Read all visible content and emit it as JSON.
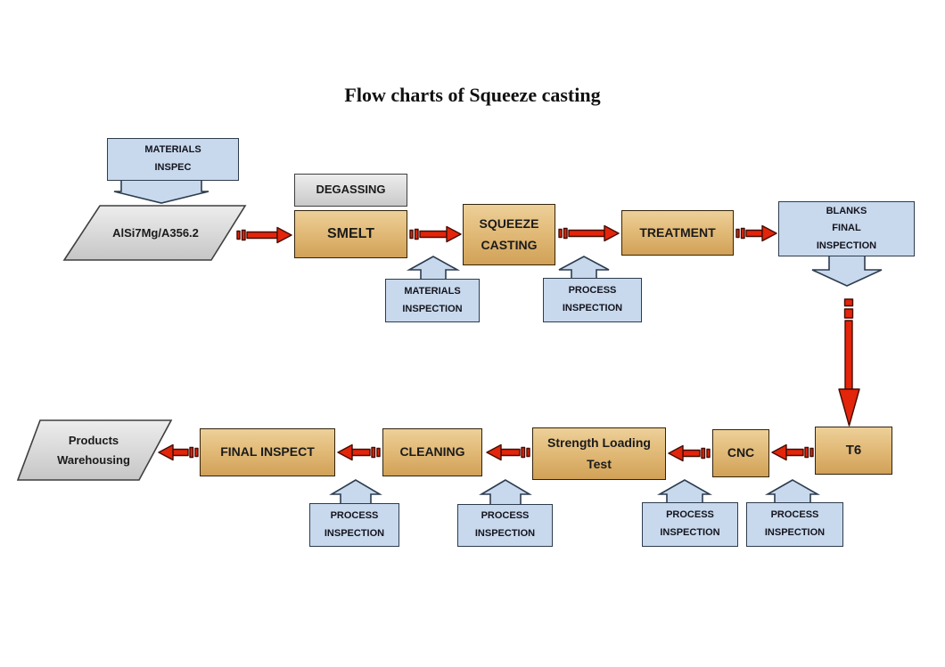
{
  "title": "Flow charts of Squeeze casting",
  "colors": {
    "accent_red": "#e3250b",
    "node_tan": "#d9a95f",
    "node_blue": "#c8d9ed",
    "node_gray": "#d9d9d9"
  },
  "nodes": {
    "materials_inspec_top": "MATERIALS\nINSPEC",
    "alsi_alloy": "AlSi7Mg/A356.2",
    "degassing": "DEGASSING",
    "smelt": "SMELT",
    "materials_inspection": "MATERIALS\nINSPECTION",
    "squeeze_casting": "SQUEEZE\nCASTING",
    "process_inspection_top": "PROCESS\nINSPECTION",
    "treatment": "TREATMENT",
    "blanks_final_inspection": "BLANKS\nFINAL\nINSPECTION",
    "t6": "T6",
    "cnc": "CNC",
    "strength_loading_test": "Strength Loading\nTest",
    "cleaning": "CLEANING",
    "final_inspect": "FINAL INSPECT",
    "products_warehousing": "Products\nWarehousing",
    "process_inspection_1": "PROCESS\nINSPECTION",
    "process_inspection_2": "PROCESS\nINSPECTION",
    "process_inspection_3": "PROCESS\nINSPECTION",
    "process_inspection_4": "PROCESS\nINSPECTION"
  }
}
